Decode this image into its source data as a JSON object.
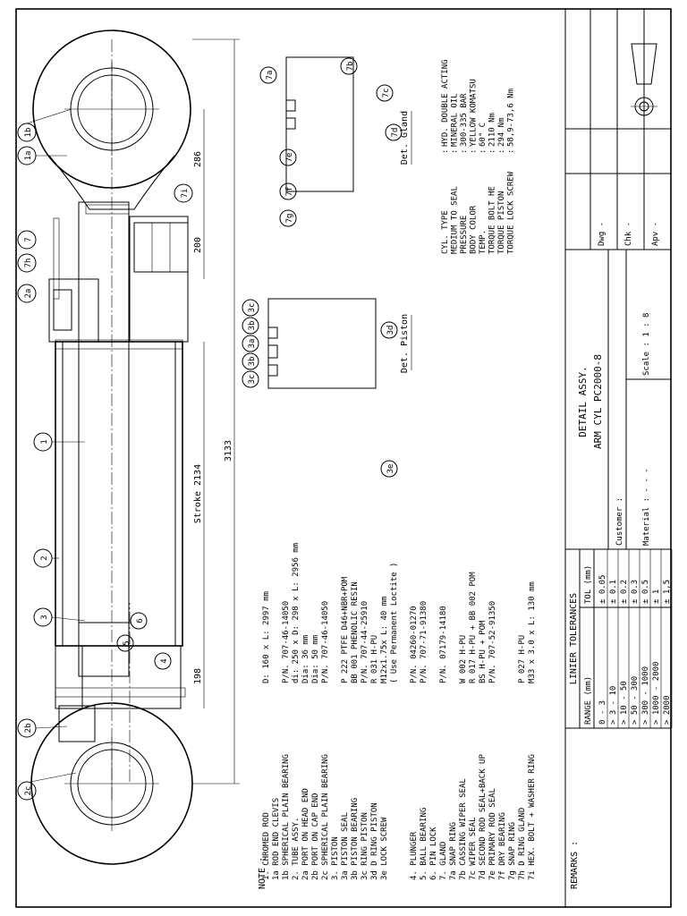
{
  "bubbles": {
    "b1a": "1a",
    "b1b": "1b",
    "b7": "7",
    "b7h": "7h",
    "b2a": "2a",
    "b7i": "7i",
    "b1": "1",
    "b2": "2",
    "b3": "3",
    "b6": "6",
    "b5": "5",
    "b4": "4",
    "b2b": "2b",
    "b2c": "2c",
    "g7a": "7a",
    "g7b": "7b",
    "g7c": "7c",
    "g7d": "7d",
    "g7e": "7e",
    "g7f": "7f",
    "g7g": "7g",
    "p3c1": "3c",
    "p3b1": "3b",
    "p3a": "3a",
    "p3b2": "3b",
    "p3c2": "3c",
    "p3d": "3d",
    "p3e": "3e"
  },
  "dimensions": {
    "d286": "286",
    "d200": "200",
    "stroke": "Stroke 2134",
    "d3133": "3133",
    "d198": "198"
  },
  "details": {
    "gland": "Det. Gland",
    "piston": "Det. Piston"
  },
  "specs": [
    {
      "label": "CYL. TYPE",
      "value": "HYD. DOUBLE ACTING"
    },
    {
      "label": "MEDIUM TO SEAL",
      "value": "MINERAL OIL"
    },
    {
      "label": "PRESSURE",
      "value": "300-335 BAR"
    },
    {
      "label": "BODY COLOR",
      "value": "YELLOW KOMATSU"
    },
    {
      "label": "TEMP.",
      "value": "60° C"
    },
    {
      "label": "TORQUE BOLT HE",
      "value": "2110 Nm"
    },
    {
      "label": "TORQUE PISTON",
      "value": "294 Nm"
    },
    {
      "label": "TORQUE LOCK SCREW",
      "value": "58,9-73,6 Nm"
    }
  ],
  "note_label": "NOTE :",
  "parts": [
    {
      "name": "1. CHROMED ROD",
      "spec": "D: 160 x L: 2997 mm"
    },
    {
      "name": "1a ROD END CLEVIS",
      "spec": ""
    },
    {
      "name": "1b SPHERICAL PLAIN BEARING",
      "spec": "P/N. 707-46-14050"
    },
    {
      "name": "2. TUBE ASSY.",
      "spec": "di: 250 x D: 298 x L: 2956 mm"
    },
    {
      "name": "2a PORT ON HEAD END",
      "spec": "Dia: 36 mm"
    },
    {
      "name": "2b PORT ON CAP END",
      "spec": "Dia: 50 mm"
    },
    {
      "name": "2c SPHERICAL PLAIN BEARING",
      "spec": "P/N. 707-46-14050"
    },
    {
      "name": "3. PISTON",
      "spec": ""
    },
    {
      "name": "3a PISTON SEAL",
      "spec": "P 222  PTFE D46+NBR+POM"
    },
    {
      "name": "3b PISTON BEARING",
      "spec": "BB 001  PHENOLIC RESIN"
    },
    {
      "name": "3c RING PISTON",
      "spec": "P/N. 707-44-25910"
    },
    {
      "name": "3d D RING PISTON",
      "spec": "R 031 H-PU"
    },
    {
      "name": "3e LOCK SCREW",
      "spec": "M12x1.75x L: 40 mm"
    },
    {
      "name": "",
      "spec": "( Use Permanent Loctite )"
    },
    {
      "name": "",
      "spec": ""
    },
    {
      "name": "4. PLUNGER",
      "spec": "P/N. 04260-01270"
    },
    {
      "name": "5. BALL BEARING",
      "spec": "P/N. 707-71-91380"
    },
    {
      "name": "6. PIN LOCK",
      "spec": ""
    },
    {
      "name": "7. GLAND",
      "spec": "P/N. 07179-14180"
    },
    {
      "name": "7a SNAP RING",
      "spec": ""
    },
    {
      "name": "7b CASSING WIPER SEAL",
      "spec": "W 002 H-PU"
    },
    {
      "name": "7c WIPER SEAL",
      "spec": "R 017 H-PU + BB 002 POM"
    },
    {
      "name": "7d SECOND ROD SEAL+BACK UP",
      "spec": "BS H-PU + POM"
    },
    {
      "name": "7e PRIMARY ROD SEAL",
      "spec": "P/N. 707-52-91350"
    },
    {
      "name": "7f DRY BEARING",
      "spec": ""
    },
    {
      "name": "7g SNAP RING",
      "spec": ""
    },
    {
      "name": "7h D RING GLAND",
      "spec": "P 027  H-PU"
    },
    {
      "name": "7i HEX. BOLT + WASHER RING",
      "spec": "M33 x 3.0 x L: 130 mm"
    }
  ],
  "remarks_label": "REMARKS :",
  "tolerances": {
    "title": "LINIER TOLERANCES",
    "col_range": "RANGE (mm)",
    "col_tol": "TOL  (mm)",
    "rows": [
      {
        "range": "0 - 3",
        "tol": "± 0.05"
      },
      {
        "range": "> 3 - 10",
        "tol": "± 0.1"
      },
      {
        "range": "> 10 - 50",
        "tol": "± 0.2"
      },
      {
        "range": "> 50 - 300",
        "tol": "± 0.3"
      },
      {
        "range": "> 300 - 1000",
        "tol": "± 0.5"
      },
      {
        "range": "> 1000 - 2000",
        "tol": "± 1"
      },
      {
        "range": "> 2000",
        "tol": "± 1,5"
      }
    ]
  },
  "title_block": {
    "title1": "DETAIL ASSY.",
    "title2": "ARM CYL PC2000-8",
    "customer": "Customer :",
    "material": "Material :  -  -  -",
    "scale": "Scale : 1 : 8",
    "dwg": "Dwg  -",
    "chk": "Chk  -",
    "apv": "Apv  -"
  }
}
